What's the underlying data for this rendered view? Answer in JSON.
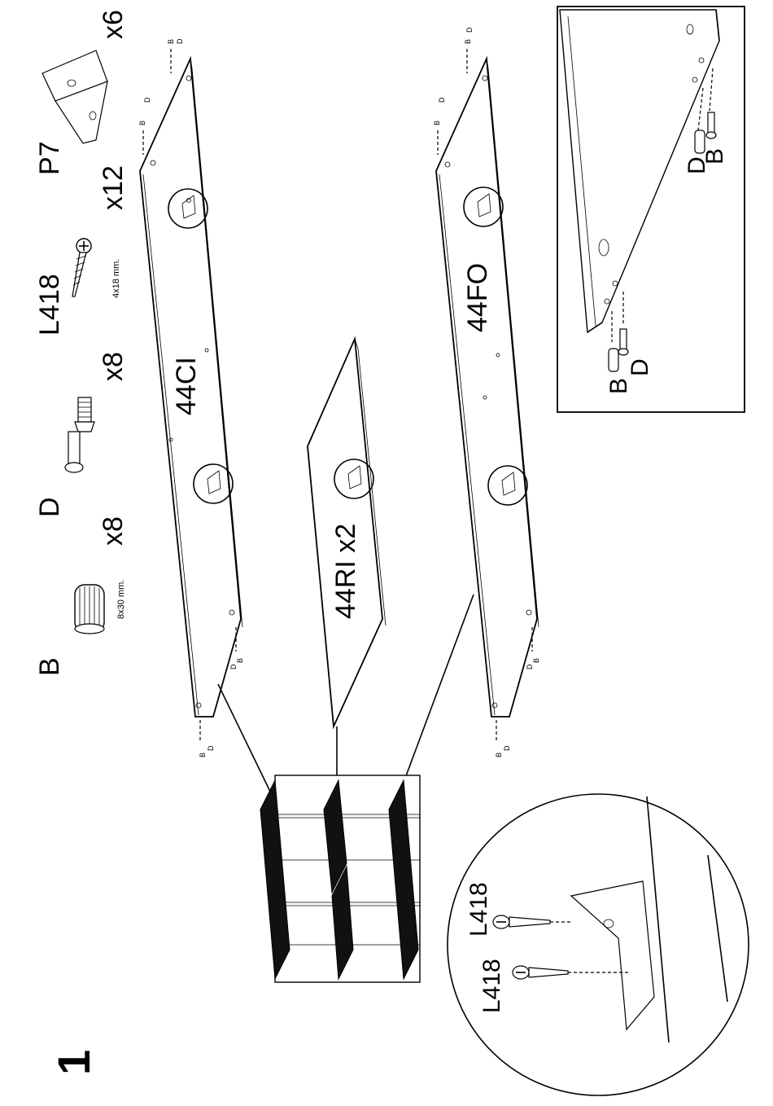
{
  "step_number": "1",
  "hardware": [
    {
      "code": "B",
      "qty": "x8",
      "size": "8x30 mm."
    },
    {
      "code": "D",
      "qty": "x8"
    },
    {
      "code": "L418",
      "qty": "x12",
      "size": "4x18 mm."
    },
    {
      "code": "P7",
      "qty": "x6"
    }
  ],
  "panels": [
    {
      "label": "44CI"
    },
    {
      "label": "44RI  x2"
    },
    {
      "label": "44FO"
    }
  ],
  "small_labels": {
    "b": "B",
    "d": "D"
  },
  "detail_inset": {
    "label_b": "B",
    "label_d": "D"
  },
  "detail_circle": {
    "screw_label_1": "L418",
    "screw_label_2": "L418"
  }
}
